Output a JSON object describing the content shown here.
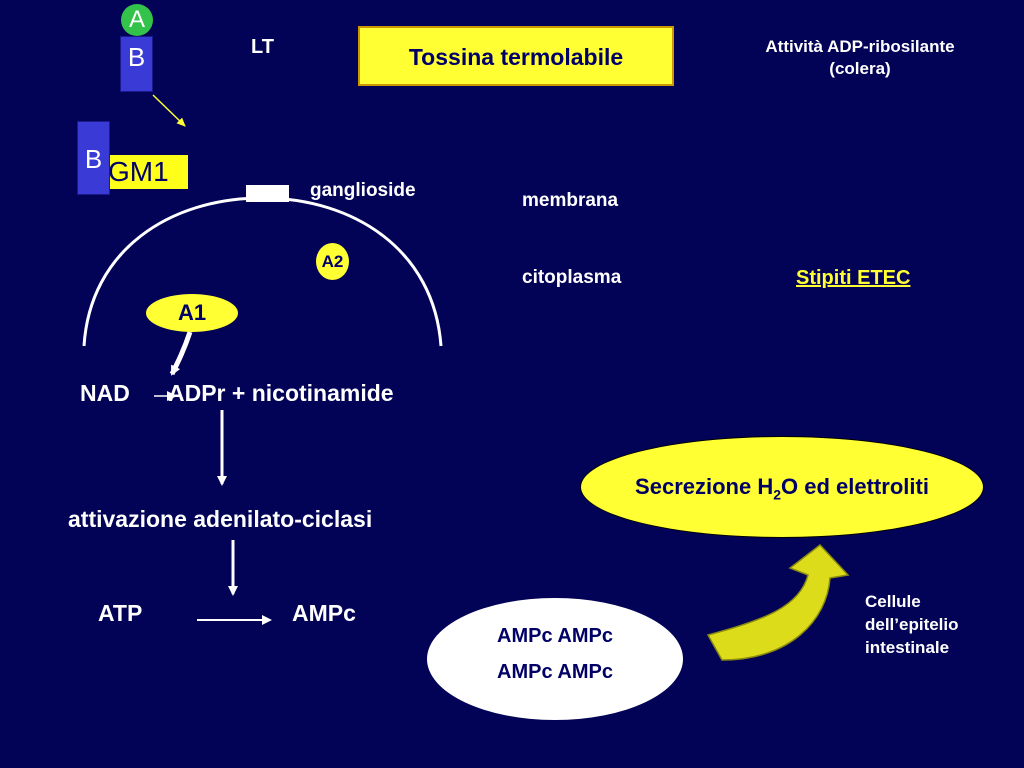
{
  "toxin": {
    "subunit_a": "A",
    "subunit_b_top": "B",
    "subunit_b_bound": "B",
    "receptor": "GM1",
    "abbrev": "LT",
    "title": "Tossina termolabile"
  },
  "activity": {
    "line1": "Attività ADP-ribosilante",
    "line2": "(colera)"
  },
  "cell": {
    "ganglioside": "ganglioside",
    "membrana": "membrana",
    "citoplasma": "citoplasma",
    "a2": "A2",
    "a1": "A1",
    "etec": "Stipiti ETEC"
  },
  "reaction": {
    "nad": "NAD",
    "products": "ADPr + nicotinamide",
    "activation": "attivazione adenilato-ciclasi",
    "atp": "ATP",
    "ampc": "AMPc"
  },
  "secretion": {
    "prefix": "Secrezione H",
    "subscript": "2",
    "suffix": "O ed elettroliti"
  },
  "ampc_cloud": {
    "line1": "AMPc AMPc",
    "line2": "AMPc AMPc"
  },
  "epithelium": {
    "line1": "Cellule",
    "line2": "dell’epitelio",
    "line3": "intestinale"
  },
  "colors": {
    "background": "#020256",
    "yellow": "#ffff33",
    "subunit_blue": "#3a3ad6",
    "subunit_a_green": "#33c24a"
  }
}
